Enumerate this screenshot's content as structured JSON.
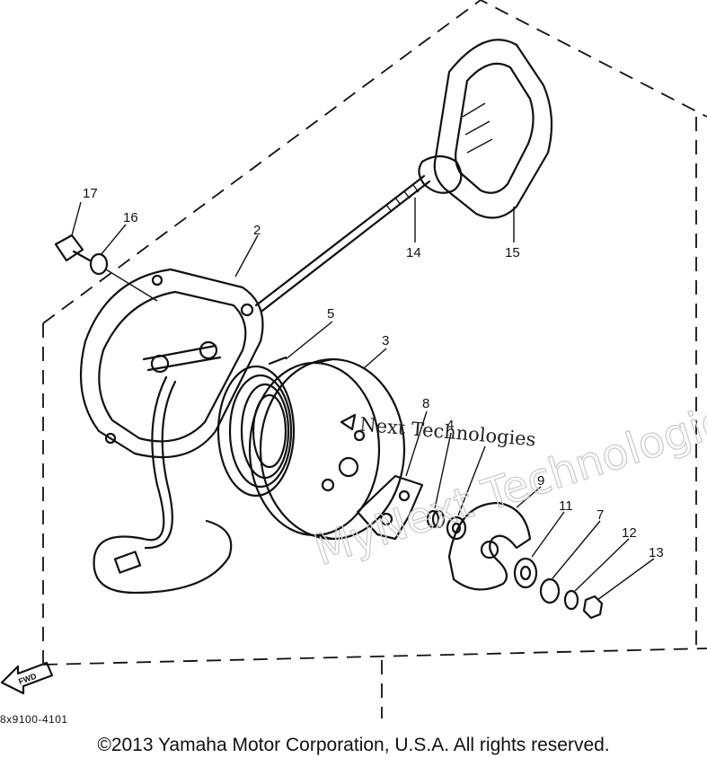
{
  "diagram": {
    "callouts": [
      {
        "id": "c2",
        "label": "2"
      },
      {
        "id": "c3",
        "label": "3"
      },
      {
        "id": "c4",
        "label": "4"
      },
      {
        "id": "c5",
        "label": "5"
      },
      {
        "id": "c7",
        "label": "7"
      },
      {
        "id": "c8",
        "label": "8"
      },
      {
        "id": "c9",
        "label": "9"
      },
      {
        "id": "c11",
        "label": "11"
      },
      {
        "id": "c12",
        "label": "12"
      },
      {
        "id": "c13",
        "label": "13"
      },
      {
        "id": "c14",
        "label": "14"
      },
      {
        "id": "c15",
        "label": "15"
      },
      {
        "id": "c16",
        "label": "16"
      },
      {
        "id": "c17",
        "label": "17"
      }
    ],
    "fwd_label": "FWD",
    "part_code": "8x9100-4101",
    "watermark_large": "MyNext Technologies",
    "watermark_small": "Next Technologies"
  },
  "footer": {
    "copyright": "©2013 Yamaha Motor Corporation, U.S.A. All rights reserved."
  }
}
